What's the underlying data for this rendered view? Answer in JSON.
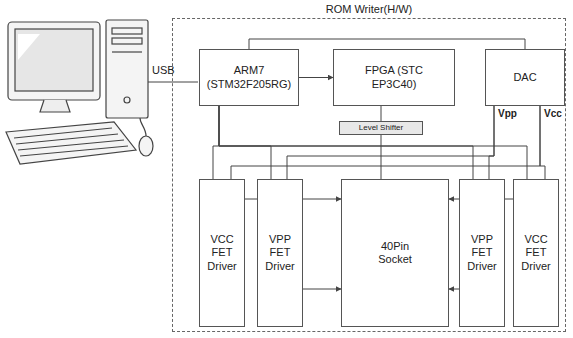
{
  "diagram": {
    "nodes": [
      {
        "text": [
          "ROM Writer(H/W)"
        ]
      },
      {
        "text": [
          "ARM7 (STM32F205RG)"
        ],
        "in": 0
      },
      {
        "text": [
          "FPGA (STC EP3C40)"
        ],
        "in": 0
      },
      {
        "text": [
          "DAC"
        ],
        "in": 0
      },
      {
        "text": [
          "Level Shifter"
        ],
        "in": 0
      },
      {
        "text": [
          "VCC FET Driver"
        ],
        "in": 0
      },
      {
        "text": [
          "VPP FET Driver"
        ],
        "in": 0
      },
      {
        "text": [
          "40Pin Socket"
        ],
        "in": 0
      },
      {
        "text": [
          "VPP FET Driver"
        ],
        "in": 0
      },
      {
        "text": [
          "VCC FET Driver"
        ],
        "in": 0
      }
    ],
    "edges": [
      {
        "from": 1,
        "to": 2,
        "arrow": "to"
      },
      {
        "from": 1,
        "to": 3,
        "arrow": "none"
      },
      {
        "from": 2,
        "to": 4,
        "arrow": "none"
      },
      {
        "from": 4,
        "to": 7,
        "arrow": "none"
      },
      {
        "from": 1,
        "to": 5,
        "arrow": "none"
      },
      {
        "from": 1,
        "to": 6,
        "arrow": "none"
      },
      {
        "from": 1,
        "to": 8,
        "arrow": "none"
      },
      {
        "from": 1,
        "to": 9,
        "arrow": "none"
      },
      {
        "from": 3,
        "to": 6,
        "arrow": "none"
      },
      {
        "from": 3,
        "to": 8,
        "arrow": "none"
      },
      {
        "from": 3,
        "to": 5,
        "arrow": "none"
      },
      {
        "from": 3,
        "to": 9,
        "arrow": "none"
      },
      {
        "from": 5,
        "to": 7,
        "arrow": "to"
      },
      {
        "from": 6,
        "to": 7,
        "arrow": "to"
      },
      {
        "from": 8,
        "to": 7,
        "arrow": "to"
      },
      {
        "from": 9,
        "to": 7,
        "arrow": "to"
      }
    ],
    "labels": [
      "USB",
      "Vpp",
      "Vcc"
    ]
  }
}
